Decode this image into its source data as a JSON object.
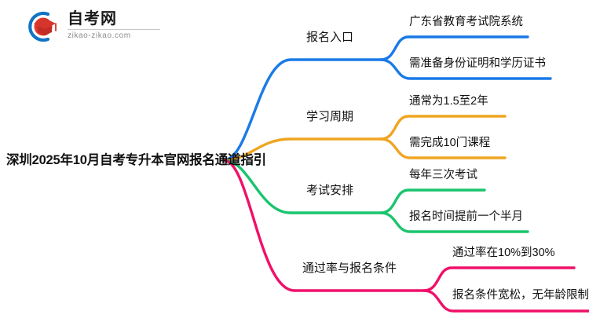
{
  "logo": {
    "title": "自考网",
    "subtitle": "zikao-zikao.com",
    "mark_blue": "#1173c4",
    "mark_red": "#d6352b"
  },
  "mindmap": {
    "root": {
      "label": "深圳2025年10月自考专升本官网报名通道指引"
    },
    "branches": [
      {
        "label": "报名入口",
        "color": "#1a7ae8",
        "children": [
          {
            "label": "广东省教育考试院系统"
          },
          {
            "label": "需准备身份证明和学历证书"
          }
        ]
      },
      {
        "label": "学习周期",
        "color": "#efa521",
        "children": [
          {
            "label": "通常为1.5至2年"
          },
          {
            "label": "需完成10门课程"
          }
        ]
      },
      {
        "label": "考试安排",
        "color": "#1ac46e",
        "children": [
          {
            "label": "每年三次考试"
          },
          {
            "label": "报名时间提前一个半月"
          }
        ]
      },
      {
        "label": "通过率与报名条件",
        "color": "#f01069",
        "children": [
          {
            "label": "通过率在10%到30%"
          },
          {
            "label": "报名条件宽松，无年龄限制"
          }
        ]
      }
    ]
  }
}
